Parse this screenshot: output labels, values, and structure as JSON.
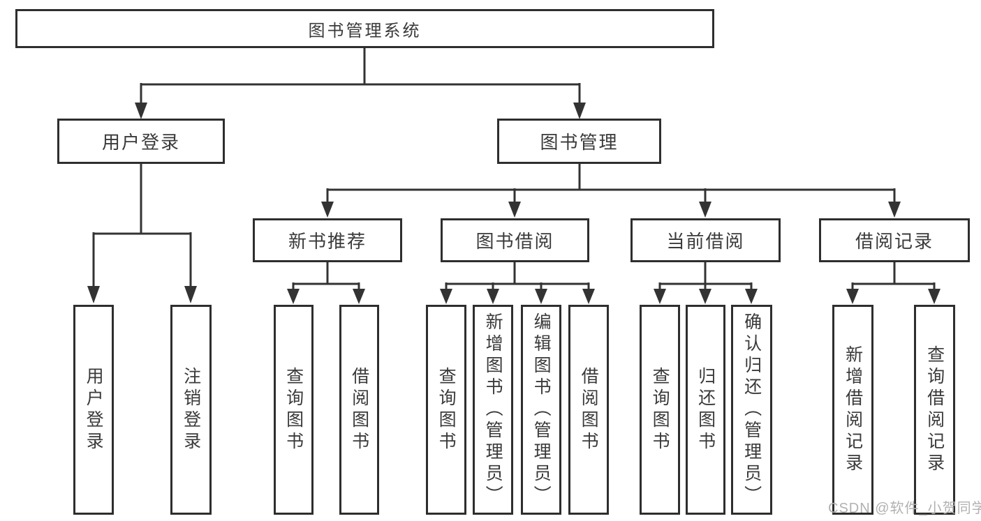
{
  "diagram": {
    "title": "图书管理系统",
    "branches": {
      "user_login": {
        "label": "用户登录",
        "children": [
          "用户登录",
          "注销登录"
        ]
      },
      "book_mgmt": {
        "label": "图书管理",
        "sections": {
          "new_book": {
            "label": "新书推荐",
            "children": [
              "查询图书",
              "借阅图书"
            ]
          },
          "borrow": {
            "label": "图书借阅",
            "children": [
              "查询图书",
              "新增图书（管理员）",
              "编辑图书（管理员）",
              "借阅图书"
            ]
          },
          "current": {
            "label": "当前借阅",
            "children": [
              "查询图书",
              "归还图书",
              "确认归还（管理员）"
            ]
          },
          "records": {
            "label": "借阅记录",
            "children": [
              "新增借阅记录",
              "查询借阅记录"
            ]
          }
        }
      }
    },
    "colors": {
      "line": "#333333",
      "box_border": "#2e2e2e",
      "text": "#3a3a3a",
      "watermark": "#b1b1b1"
    }
  },
  "watermark": {
    "text": "CSDN @软件_小贺同学"
  }
}
